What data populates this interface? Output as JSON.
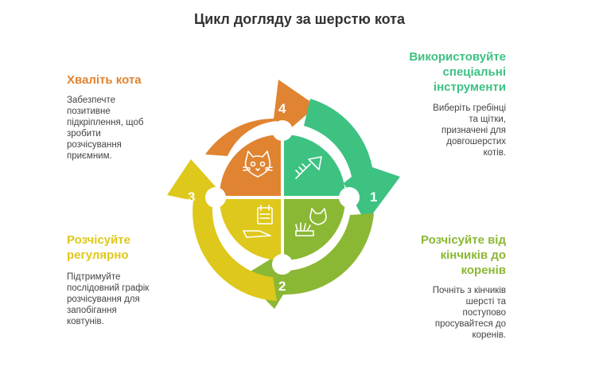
{
  "title": "Цикл догляду за шерстю кота",
  "colors": {
    "step1": "#3dc282",
    "step2": "#8bb834",
    "step3": "#dec81b",
    "step4": "#e08431",
    "text_dark": "#333333",
    "text_body": "#444444"
  },
  "steps": [
    {
      "number": "1",
      "heading_lines": [
        "Використовуйте",
        "спеціальні",
        "інструменти"
      ],
      "desc_lines": [
        "Виберіть гребінці",
        "та щітки,",
        "призначені для",
        "довгошерстих",
        "котів."
      ],
      "icon": "brush-icon",
      "color": "#3dc282"
    },
    {
      "number": "2",
      "heading_lines": [
        "Розчісуйте від",
        "кінчиків до",
        "коренів"
      ],
      "desc_lines": [
        "Почніть з кінчиків",
        "шерсті та",
        "поступово",
        "просувайтеся до",
        "коренів."
      ],
      "icon": "cat-grooming-icon",
      "color": "#8bb834"
    },
    {
      "number": "3",
      "heading_lines": [
        "Розчісуйте",
        "регулярно"
      ],
      "desc_lines": [
        "Підтримуйте",
        "послідовний графік",
        "розчісування для",
        "запобігання",
        "ковтунів."
      ],
      "icon": "schedule-icon",
      "color": "#dec81b"
    },
    {
      "number": "4",
      "heading_lines": [
        "Хваліть кота"
      ],
      "desc_lines": [
        "Забезпечте",
        "позитивне",
        "підкріплення, щоб",
        "зробити",
        "розчісування",
        "приємним."
      ],
      "icon": "cat-face-icon",
      "color": "#e08431"
    }
  ]
}
